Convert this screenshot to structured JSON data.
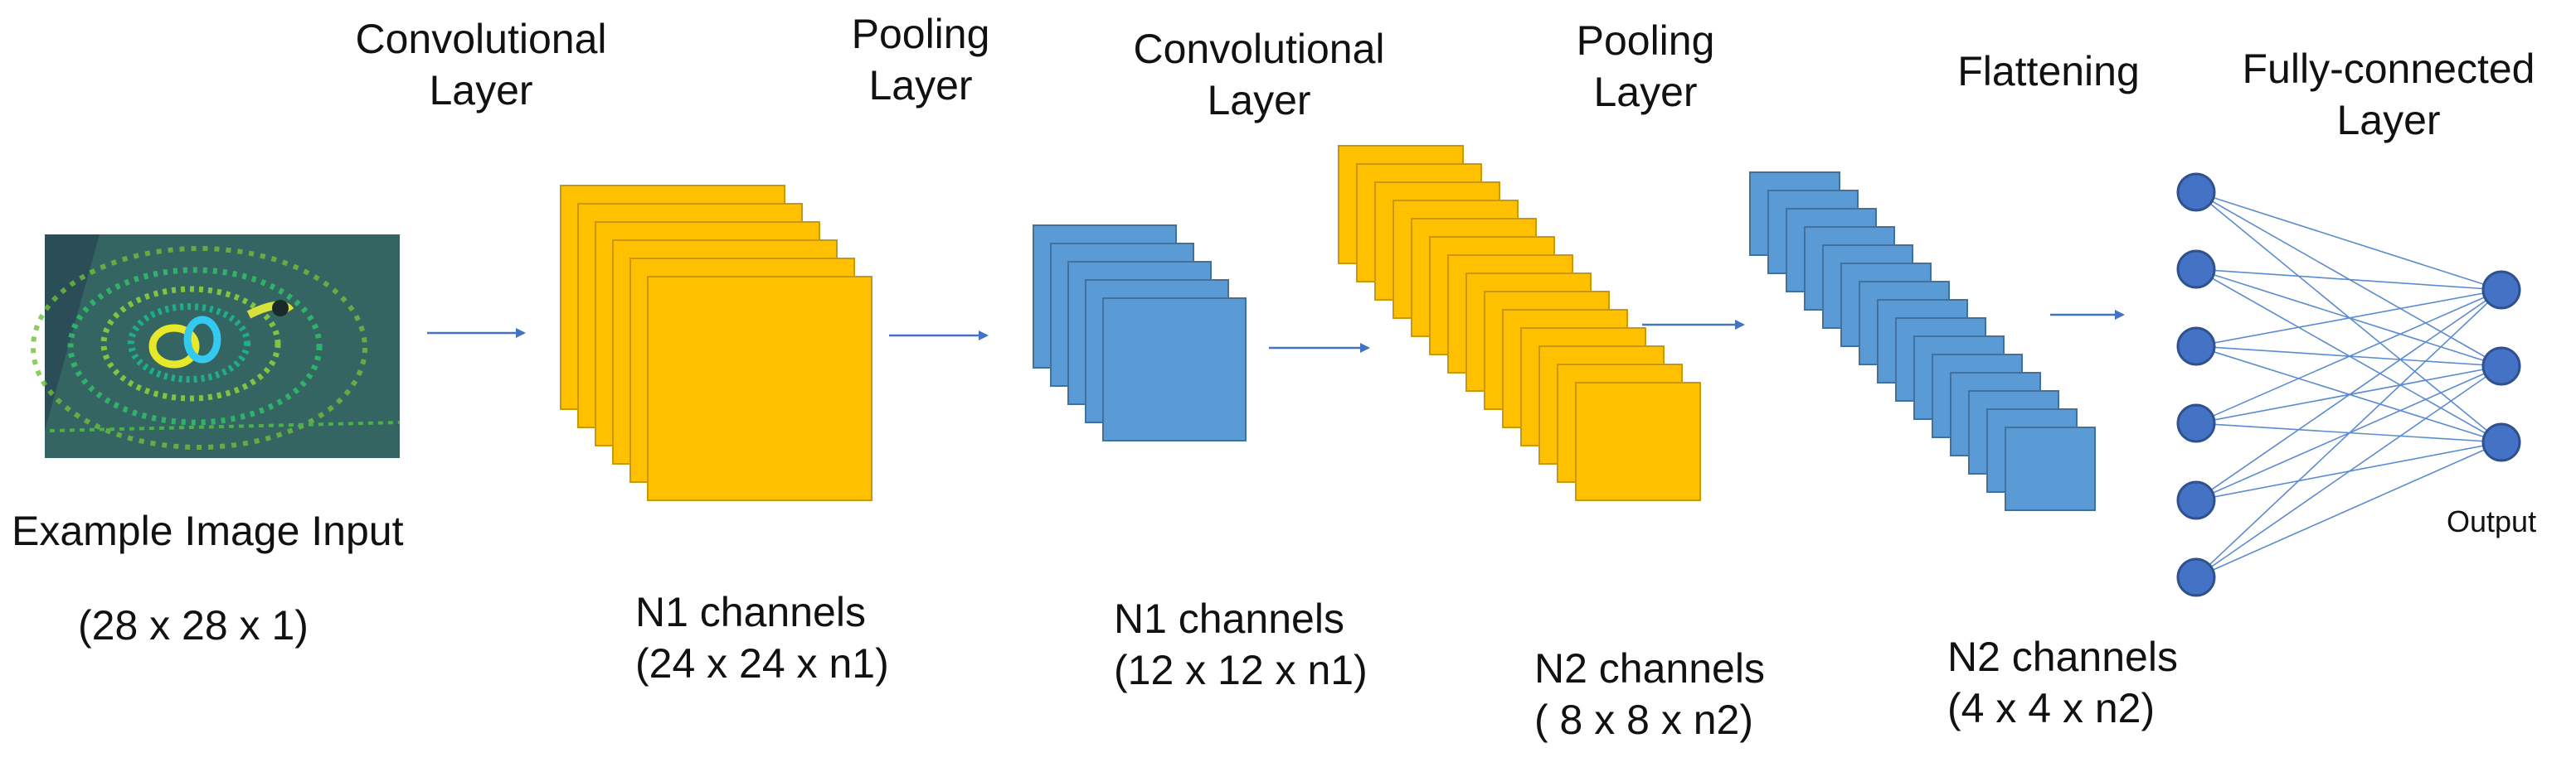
{
  "colors": {
    "conv": "#FFC000",
    "conv_edge": "#C9980A",
    "pool": "#5B9BD5",
    "pool_edge": "#41719C",
    "arrow": "#4472C4",
    "node": "#4472C4",
    "node_edge": "#2F528F",
    "edge_line": "#5B8BD0"
  },
  "headers": {
    "conv1": [
      "Convolutional",
      "Layer"
    ],
    "pool1": [
      "Pooling",
      "Layer"
    ],
    "conv2": [
      "Convolutional",
      "Layer"
    ],
    "pool2": [
      "Pooling",
      "Layer"
    ],
    "flatten": "Flattening",
    "fc": [
      "Fully-connected",
      "Layer"
    ]
  },
  "input": {
    "label": "Example Image Input",
    "dims": "(28 x 28 x 1)"
  },
  "stages": {
    "conv1": {
      "channels": "N1 channels",
      "dims": "(24 x 24 x n1)"
    },
    "pool1": {
      "channels": "N1 channels",
      "dims": "(12 x 12 x n1)"
    },
    "conv2": {
      "channels": "N2 channels",
      "dims": "( 8 x 8 x n2)"
    },
    "pool2": {
      "channels": "N2 channels",
      "dims": "(4 x 4 x n2)"
    }
  },
  "network": {
    "input_nodes": 6,
    "output_nodes": 3,
    "output_label": "Output"
  }
}
